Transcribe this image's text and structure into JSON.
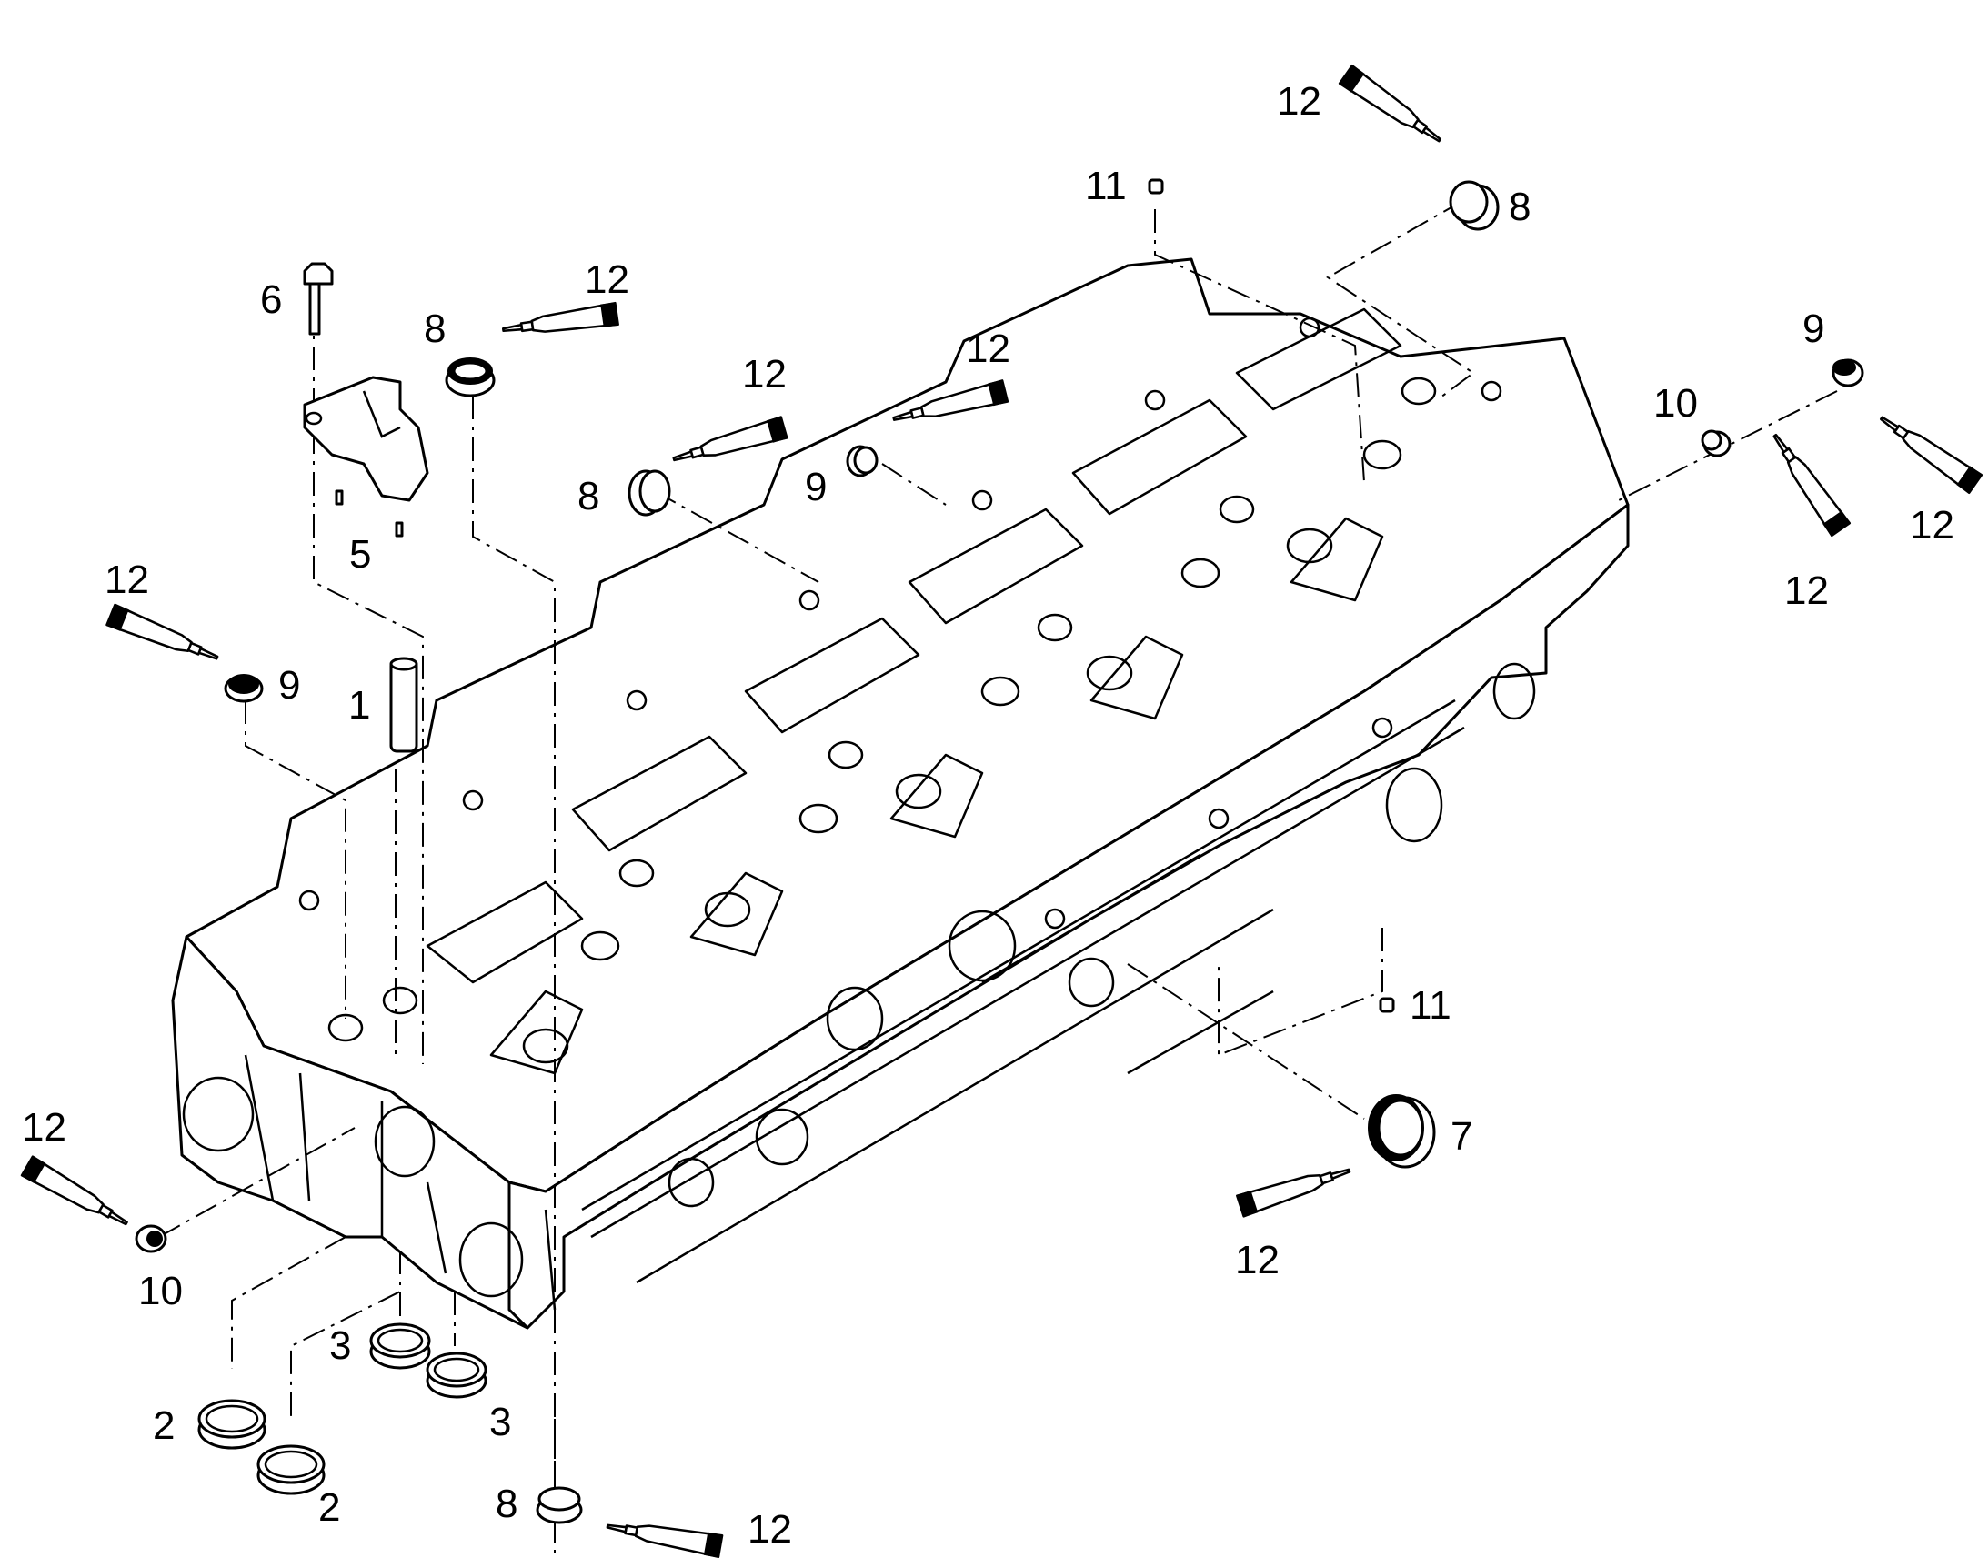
{
  "colors": {
    "ink": "#000000",
    "paper": "#ffffff"
  },
  "callouts": [
    {
      "id": "c-6",
      "text": "6"
    },
    {
      "id": "c-5",
      "text": "5"
    },
    {
      "id": "c-12-tube-a",
      "text": "12"
    },
    {
      "id": "c-9-a",
      "text": "9"
    },
    {
      "id": "c-1",
      "text": "1"
    },
    {
      "id": "c-8-a",
      "text": "8"
    },
    {
      "id": "c-12-tube-b",
      "text": "12"
    },
    {
      "id": "c-12-tube-c",
      "text": "12"
    },
    {
      "id": "c-8-b",
      "text": "8"
    },
    {
      "id": "c-12-tube-d",
      "text": "12"
    },
    {
      "id": "c-9-b",
      "text": "9"
    },
    {
      "id": "c-12-tube-e",
      "text": "12"
    },
    {
      "id": "c-11-a",
      "text": "11"
    },
    {
      "id": "c-8-c",
      "text": "8"
    },
    {
      "id": "c-9-c",
      "text": "9"
    },
    {
      "id": "c-10-a",
      "text": "10"
    },
    {
      "id": "c-12-tube-f",
      "text": "12"
    },
    {
      "id": "c-12-tube-g",
      "text": "12"
    },
    {
      "id": "c-11-b",
      "text": "11"
    },
    {
      "id": "c-7",
      "text": "7"
    },
    {
      "id": "c-12-tube-h",
      "text": "12"
    },
    {
      "id": "c-12-tube-i",
      "text": "12"
    },
    {
      "id": "c-10-b",
      "text": "10"
    },
    {
      "id": "c-3-a",
      "text": "3"
    },
    {
      "id": "c-3-b",
      "text": "3"
    },
    {
      "id": "c-2-a",
      "text": "2"
    },
    {
      "id": "c-2-b",
      "text": "2"
    },
    {
      "id": "c-8-d",
      "text": "8"
    },
    {
      "id": "c-12-tube-j",
      "text": "12"
    }
  ]
}
